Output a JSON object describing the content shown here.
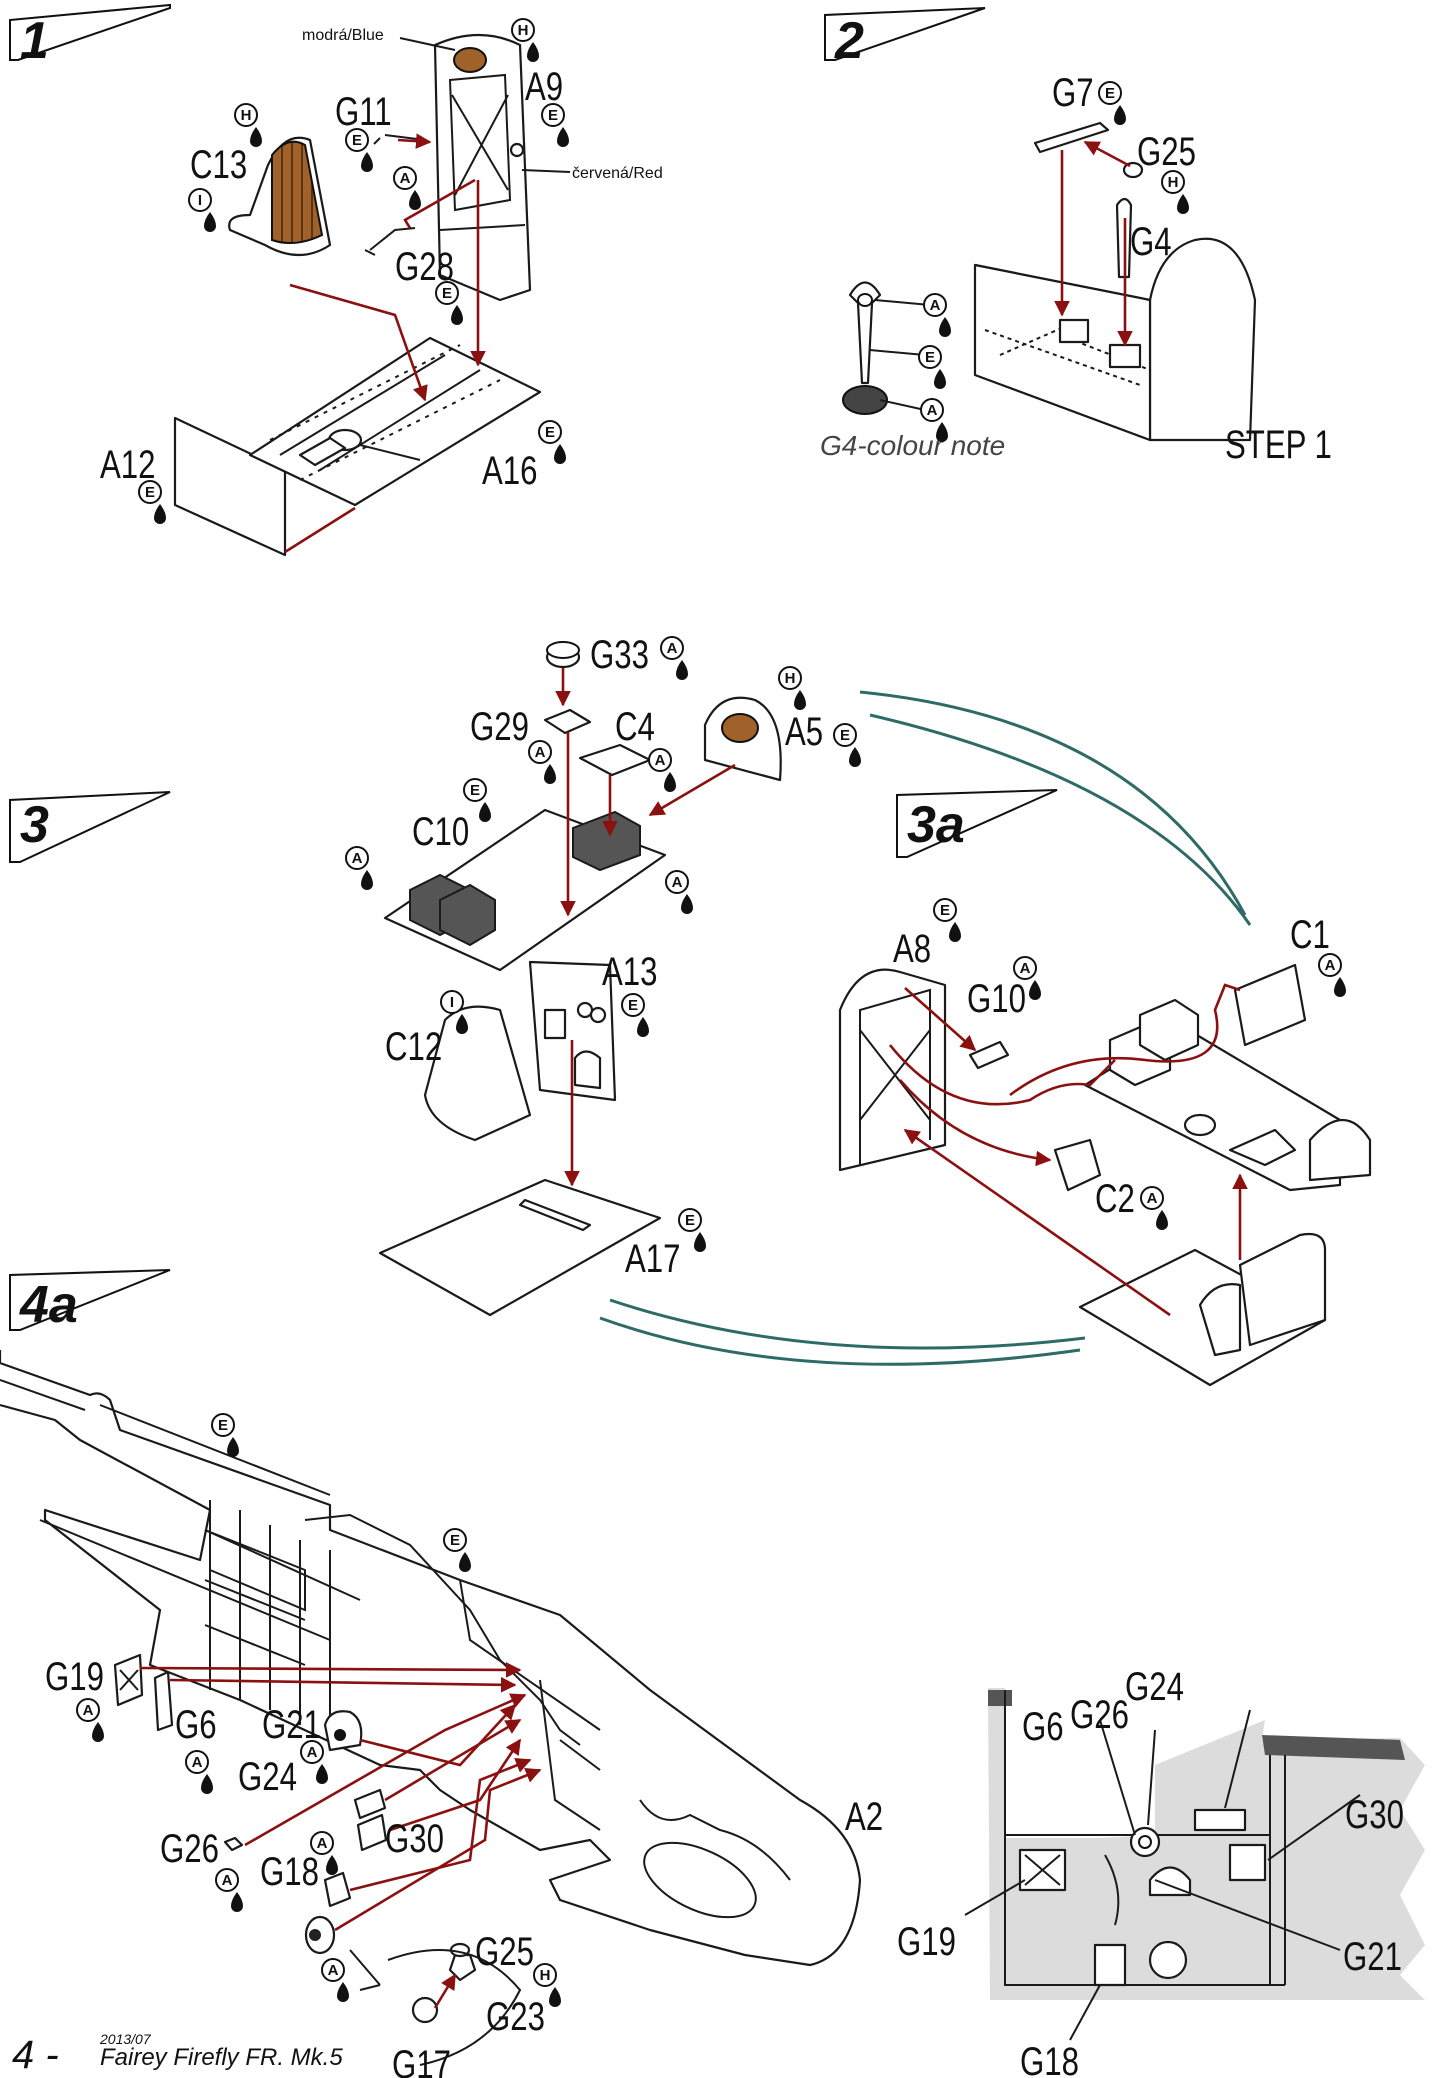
{
  "steps": [
    {
      "num": "1"
    },
    {
      "num": "2"
    },
    {
      "num": "3"
    },
    {
      "num": "3a"
    },
    {
      "num": "4a"
    }
  ],
  "color_notes": {
    "blue": "modrá/Blue",
    "red": "červená/Red",
    "g4_note": "G4-colour note",
    "step_ref": "STEP 1"
  },
  "step1_parts": {
    "c13": "C13",
    "g11": "G11",
    "a9": "A9",
    "g28": "G28",
    "a12": "A12",
    "a16": "A16"
  },
  "step2_parts": {
    "g7": "G7",
    "g25": "G25",
    "g4": "G4"
  },
  "step3_parts": {
    "g33": "G33",
    "g29": "G29",
    "c4": "C4",
    "a5": "A5",
    "c10": "C10",
    "a13": "A13",
    "c12": "C12",
    "a17": "A17"
  },
  "step3a_parts": {
    "a8": "A8",
    "g10": "G10",
    "c1": "C1",
    "c2": "C2"
  },
  "step4a_parts": {
    "g19": "G19",
    "g6": "G6",
    "g21": "G21",
    "g24": "G24",
    "g30": "G30",
    "g26": "G26",
    "g18": "G18",
    "g25": "G25",
    "g23": "G23",
    "g17": "G17",
    "a2": "A2"
  },
  "detail_parts": {
    "g24": "G24",
    "g6": "G6",
    "g26": "G26",
    "g30": "G30",
    "g19": "G19",
    "g21": "G21",
    "g18": "G18"
  },
  "color_codes": {
    "a": "A",
    "e": "E",
    "h": "H",
    "i": "I"
  },
  "footer": {
    "page": "4 -",
    "date": "2013/07",
    "title": "Fairey Firefly FR. Mk.5"
  },
  "colors": {
    "arrow": "#8b1111",
    "curve": "#2f6b66",
    "seat_wood": "#a0622a",
    "detail_bg": "#dcdcdc"
  }
}
